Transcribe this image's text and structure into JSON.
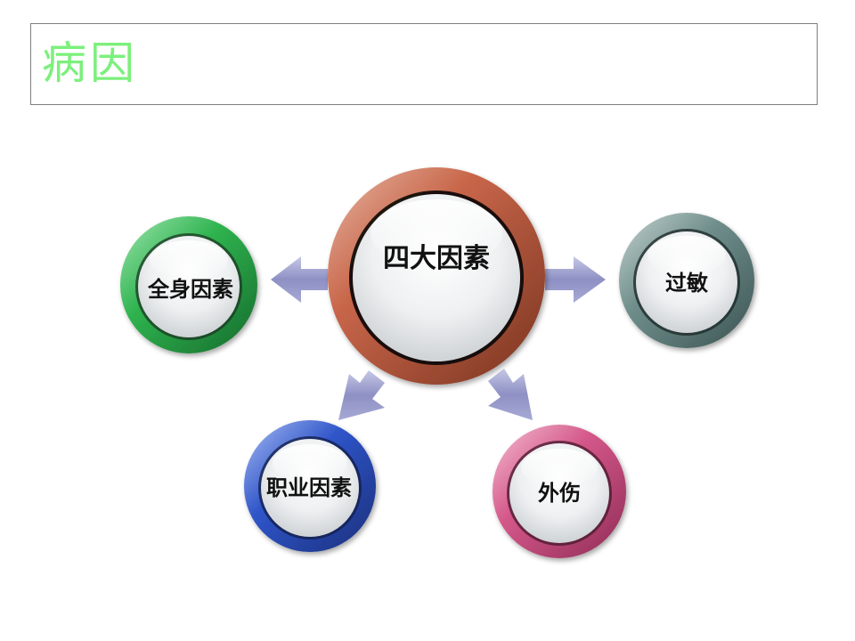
{
  "slide": {
    "title": "病因"
  },
  "diagram": {
    "center": {
      "label": "四大因素",
      "color": "#c8664a"
    },
    "nodes": [
      {
        "id": "whole-body",
        "label": "全身因素",
        "color": "#2fb34f"
      },
      {
        "id": "allergy",
        "label": "过敏",
        "color": "#5f7f7c"
      },
      {
        "id": "occupational",
        "label": "职业因素",
        "color": "#2f55c9"
      },
      {
        "id": "trauma",
        "label": "外伤",
        "color": "#d4588a"
      }
    ],
    "arrow_color": "#8e90c4"
  }
}
